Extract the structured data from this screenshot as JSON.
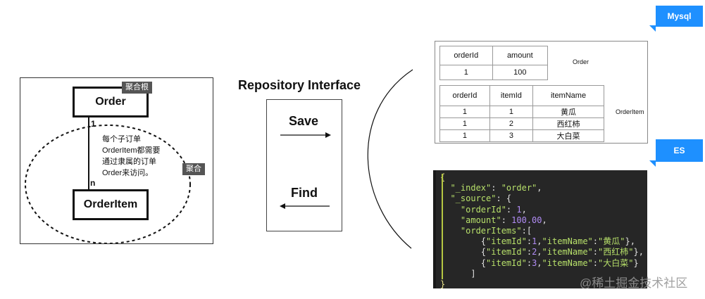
{
  "aggregate": {
    "root_entity": "Order",
    "child_entity": "OrderItem",
    "root_tag": "聚合根",
    "aggregate_tag": "聚合",
    "cardinality_one": "1",
    "cardinality_many": "n",
    "note_lines": [
      "每个子订单",
      "OrderItem都需要",
      "通过隶属的订单",
      "Order来访问。"
    ]
  },
  "repository": {
    "title": "Repository Interface",
    "save_label": "Save",
    "find_label": "Find"
  },
  "mysql": {
    "badge": "Mysql",
    "order_table": {
      "label": "Order",
      "headers": [
        "orderId",
        "amount"
      ],
      "rows": [
        [
          "1",
          "100"
        ]
      ]
    },
    "orderitem_table": {
      "label": "OrderItem",
      "headers": [
        "orderId",
        "itemId",
        "itemName"
      ],
      "rows": [
        [
          "1",
          "1",
          "黄瓜"
        ],
        [
          "1",
          "2",
          "西红柿"
        ],
        [
          "1",
          "3",
          "大白菜"
        ]
      ]
    }
  },
  "es": {
    "badge": "ES",
    "code_lines": [
      [
        {
          "t": "{",
          "c": "tk-br"
        }
      ],
      [
        {
          "t": "  \"_index\"",
          "c": "tk-str"
        },
        {
          "t": ": ",
          "c": "tk-pun"
        },
        {
          "t": "\"order\"",
          "c": "tk-str"
        },
        {
          "t": ",",
          "c": "tk-pun"
        }
      ],
      [
        {
          "t": "  \"_source\"",
          "c": "tk-str"
        },
        {
          "t": ": {",
          "c": "tk-pun"
        }
      ],
      [
        {
          "t": "    \"orderId\"",
          "c": "tk-str"
        },
        {
          "t": ": ",
          "c": "tk-pun"
        },
        {
          "t": "1",
          "c": "tk-num"
        },
        {
          "t": ",",
          "c": "tk-pun"
        }
      ],
      [
        {
          "t": "    \"amount\"",
          "c": "tk-str"
        },
        {
          "t": ": ",
          "c": "tk-pun"
        },
        {
          "t": "100.00",
          "c": "tk-num"
        },
        {
          "t": ",",
          "c": "tk-pun"
        }
      ],
      [
        {
          "t": "    \"orderItems\"",
          "c": "tk-str"
        },
        {
          "t": ":[",
          "c": "tk-pun"
        }
      ],
      [
        {
          "t": "        {",
          "c": "tk-pun"
        },
        {
          "t": "\"itemId\"",
          "c": "tk-str"
        },
        {
          "t": ":",
          "c": "tk-pun"
        },
        {
          "t": "1",
          "c": "tk-num"
        },
        {
          "t": ",",
          "c": "tk-pun"
        },
        {
          "t": "\"itemName\"",
          "c": "tk-str"
        },
        {
          "t": ":",
          "c": "tk-pun"
        },
        {
          "t": "\"黄瓜\"",
          "c": "tk-str"
        },
        {
          "t": "},",
          "c": "tk-pun"
        }
      ],
      [
        {
          "t": "        {",
          "c": "tk-pun"
        },
        {
          "t": "\"itemId\"",
          "c": "tk-str"
        },
        {
          "t": ":",
          "c": "tk-pun"
        },
        {
          "t": "2",
          "c": "tk-num"
        },
        {
          "t": ",",
          "c": "tk-pun"
        },
        {
          "t": "\"itemName\"",
          "c": "tk-str"
        },
        {
          "t": ":",
          "c": "tk-pun"
        },
        {
          "t": "\"西红柿\"",
          "c": "tk-str"
        },
        {
          "t": "},",
          "c": "tk-pun"
        }
      ],
      [
        {
          "t": "        {",
          "c": "tk-pun"
        },
        {
          "t": "\"itemId\"",
          "c": "tk-str"
        },
        {
          "t": ":",
          "c": "tk-pun"
        },
        {
          "t": "3",
          "c": "tk-num"
        },
        {
          "t": ",",
          "c": "tk-pun"
        },
        {
          "t": "\"itemName\"",
          "c": "tk-str"
        },
        {
          "t": ":",
          "c": "tk-pun"
        },
        {
          "t": "\"大白菜\"",
          "c": "tk-str"
        },
        {
          "t": "}",
          "c": "tk-pun"
        }
      ],
      [
        {
          "t": "      ]",
          "c": "tk-pun"
        }
      ],
      [
        {
          "t": "}",
          "c": "tk-br"
        }
      ]
    ]
  },
  "watermark": "@稀土掘金技术社区",
  "colors": {
    "badge": "#1e90ff",
    "code_background": "#262626",
    "code_string": "#b7e06a",
    "code_number": "#b18cf5"
  }
}
